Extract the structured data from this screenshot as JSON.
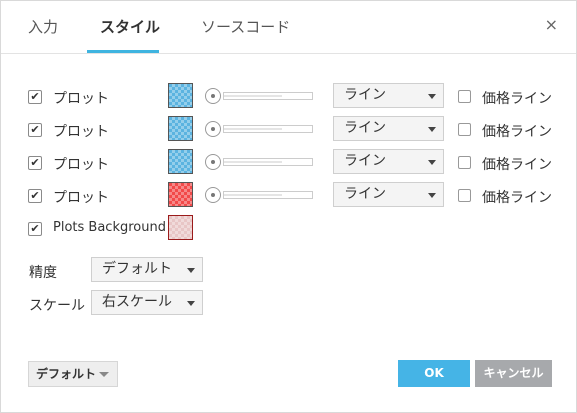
{
  "tabs": [
    {
      "label": "入力"
    },
    {
      "label": "スタイル"
    },
    {
      "label": "ソースコード"
    }
  ],
  "close_icon": "×",
  "plots": [
    {
      "label": "プロット",
      "checked": true,
      "color": "#5bb3e0",
      "style": "ライン",
      "price_line": "価格ライン",
      "price_line_checked": false
    },
    {
      "label": "プロット",
      "checked": true,
      "color": "#5bb3e0",
      "style": "ライン",
      "price_line": "価格ライン",
      "price_line_checked": false
    },
    {
      "label": "プロット",
      "checked": true,
      "color": "#5bb3e0",
      "style": "ライン",
      "price_line": "価格ライン",
      "price_line_checked": false
    },
    {
      "label": "プロット",
      "checked": true,
      "color": "#f24a4a",
      "style": "ライン",
      "price_line": "価格ライン",
      "price_line_checked": false
    }
  ],
  "plots_background": {
    "label": "Plots Background",
    "checked": true,
    "color": "#e8c6c6",
    "border_color": "#9b1b1b"
  },
  "precision": {
    "label": "精度",
    "value": "デフォルト"
  },
  "scale": {
    "label": "スケール",
    "value": "右スケール"
  },
  "footer": {
    "default_label": "デフォルト",
    "ok_label": "OK",
    "cancel_label": "キャンセル"
  },
  "check_glyph": "✔"
}
